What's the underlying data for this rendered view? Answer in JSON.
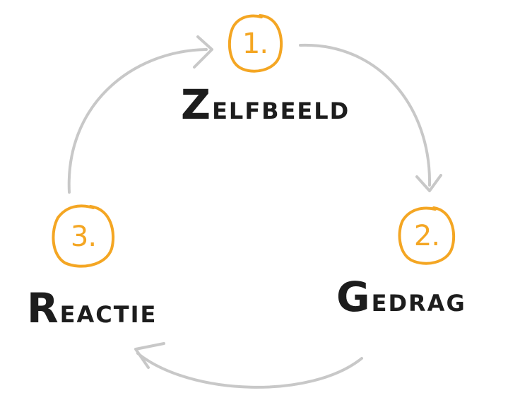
{
  "steps": [
    {
      "number": "1.",
      "label_initial": "Z",
      "label_rest": "elfbeeld"
    },
    {
      "number": "2.",
      "label_initial": "G",
      "label_rest": "edrag"
    },
    {
      "number": "3.",
      "label_initial": "R",
      "label_rest": "eactie"
    }
  ],
  "colors": {
    "accent": "#f4a623",
    "arrow": "#c8c8c8",
    "text": "#1d1d1d"
  }
}
